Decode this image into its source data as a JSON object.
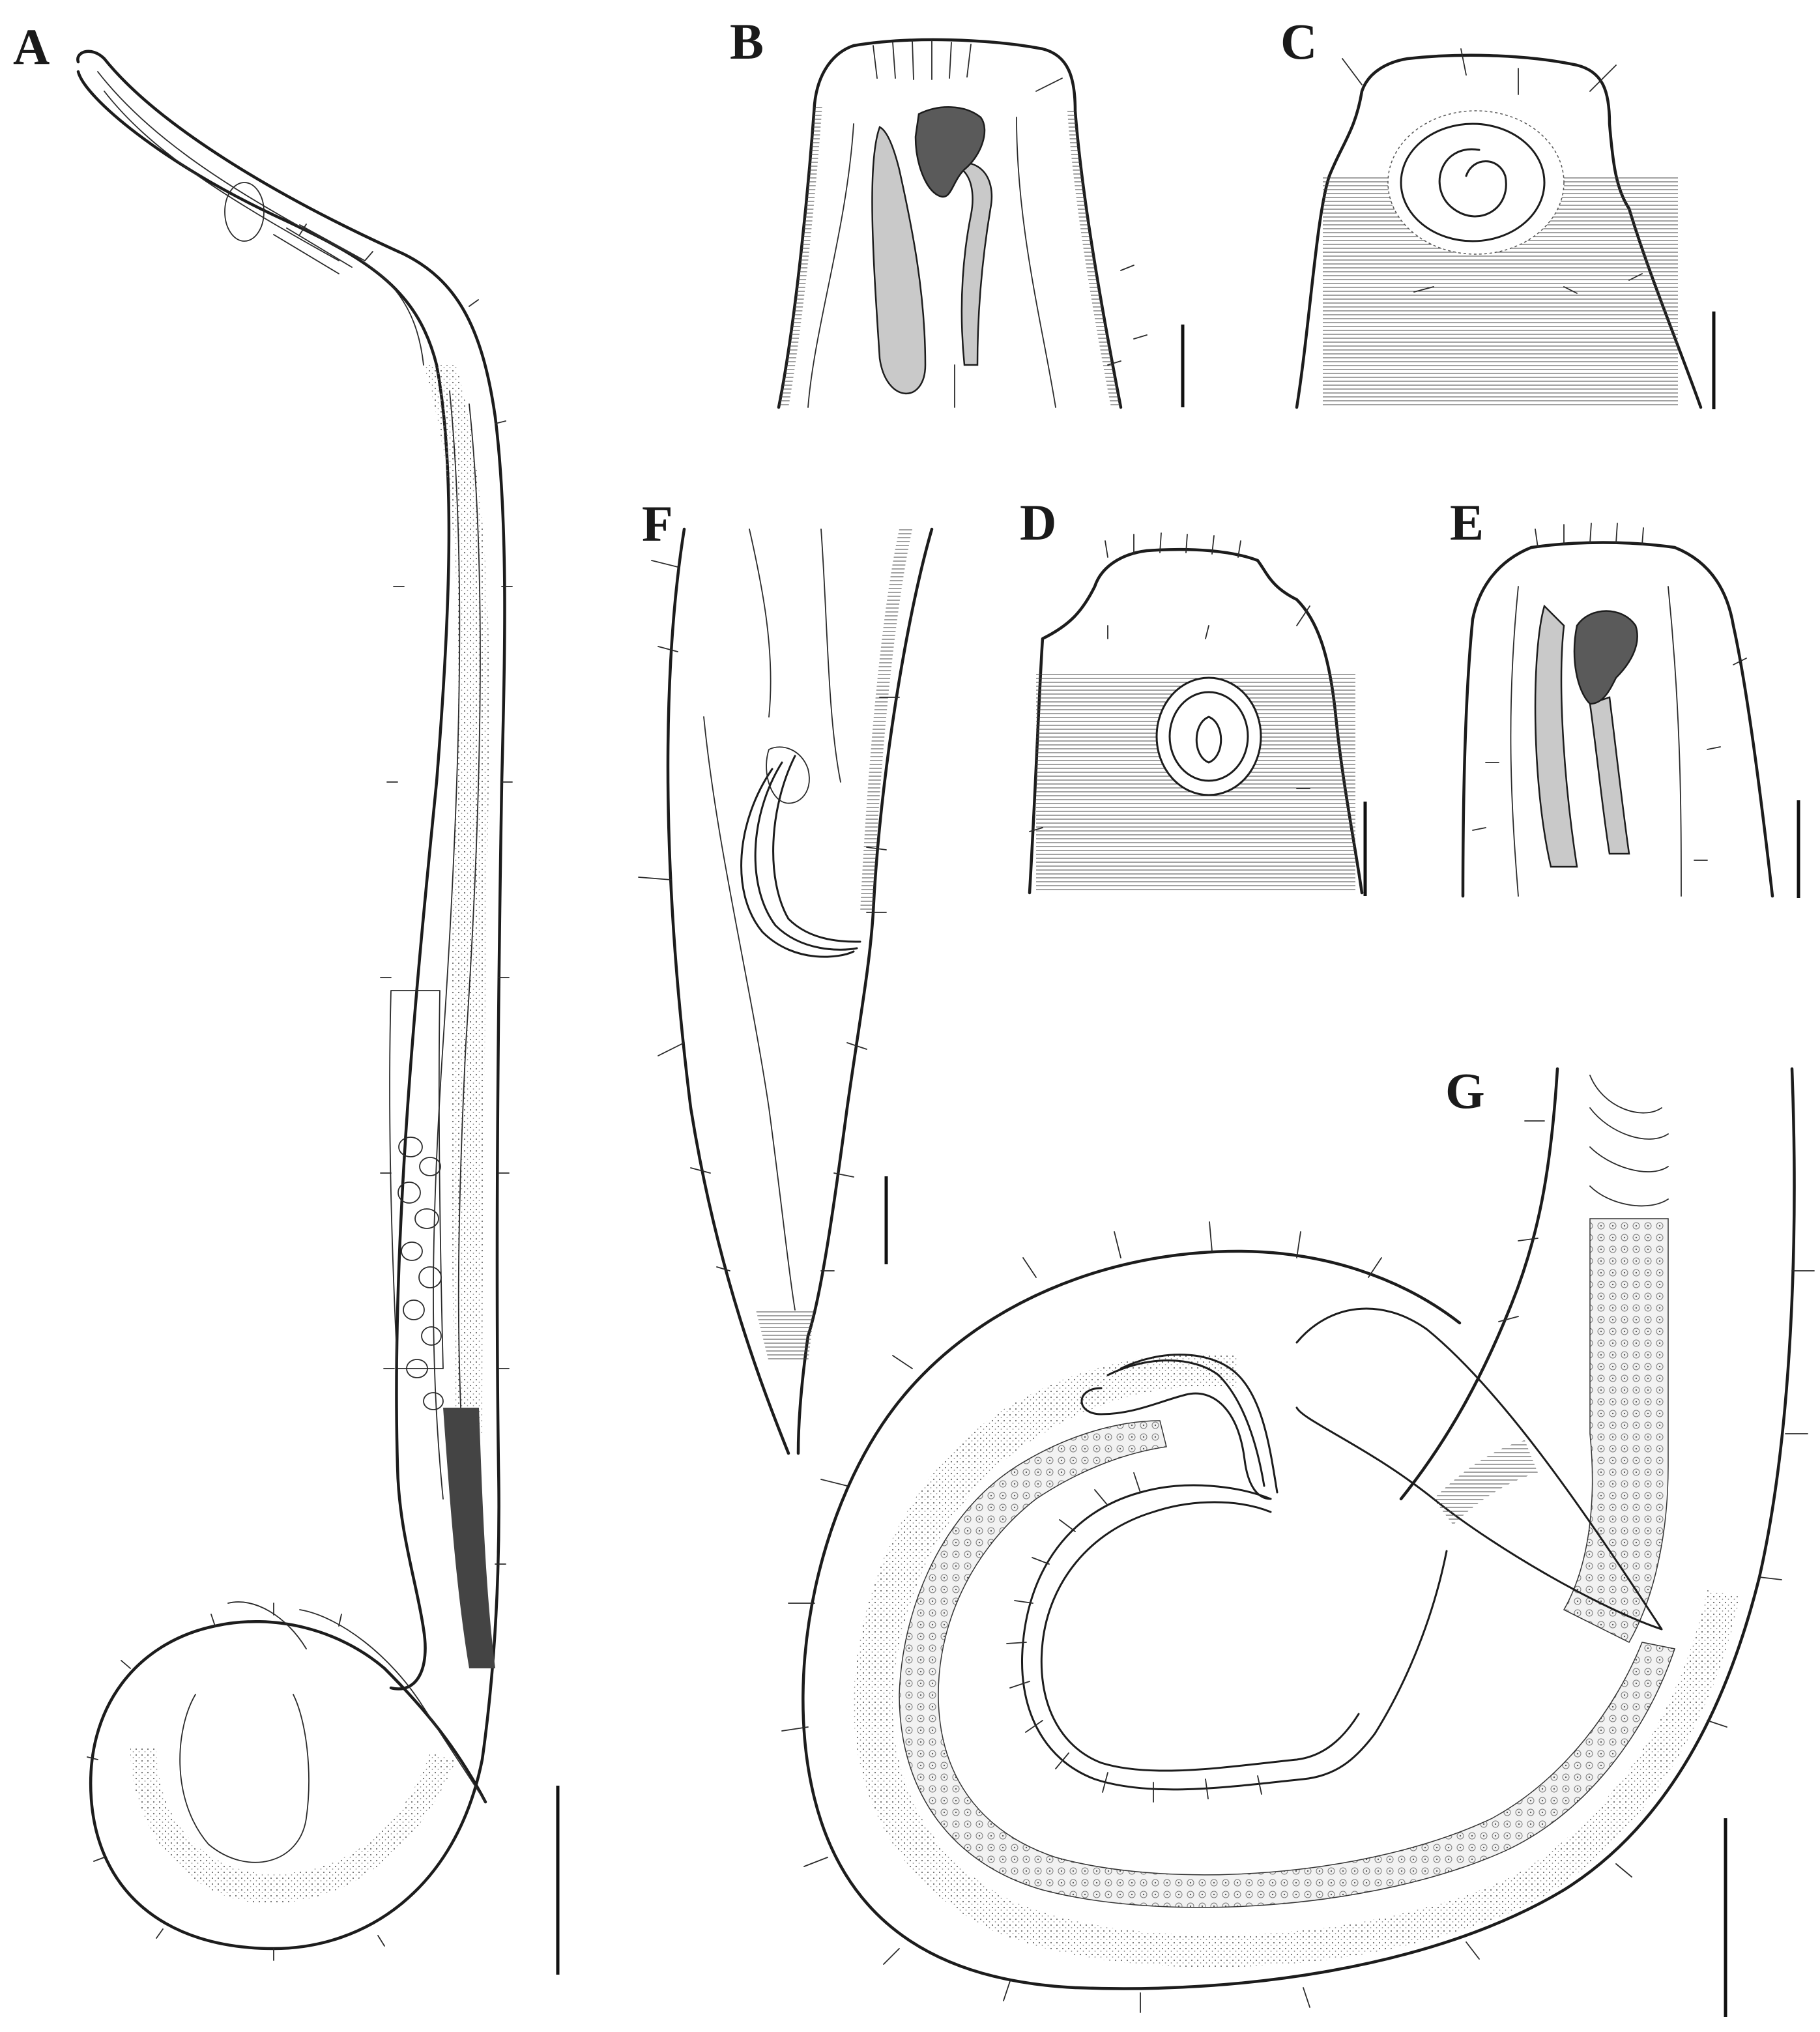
{
  "figure": {
    "panel_labels": [
      "A",
      "B",
      "C",
      "D",
      "E",
      "F",
      "G"
    ],
    "colors": {
      "ink": "#1c1c1c",
      "dark_fill": "#5a5a5a",
      "light_fill": "#c9c9c9",
      "background": "#ffffff"
    }
  }
}
